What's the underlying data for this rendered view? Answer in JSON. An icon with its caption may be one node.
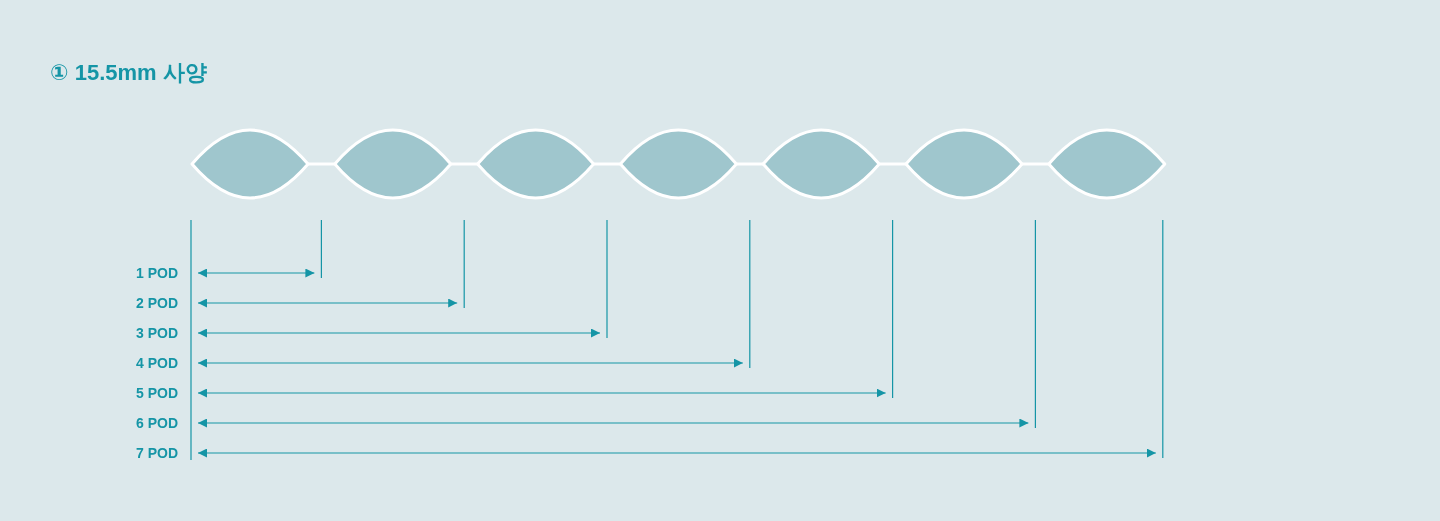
{
  "diagram": {
    "title": "① 15.5mm 사양",
    "labels": [
      "1 POD",
      "2 POD",
      "3 POD",
      "4 POD",
      "5 POD",
      "6 POD",
      "7 POD"
    ]
  }
}
